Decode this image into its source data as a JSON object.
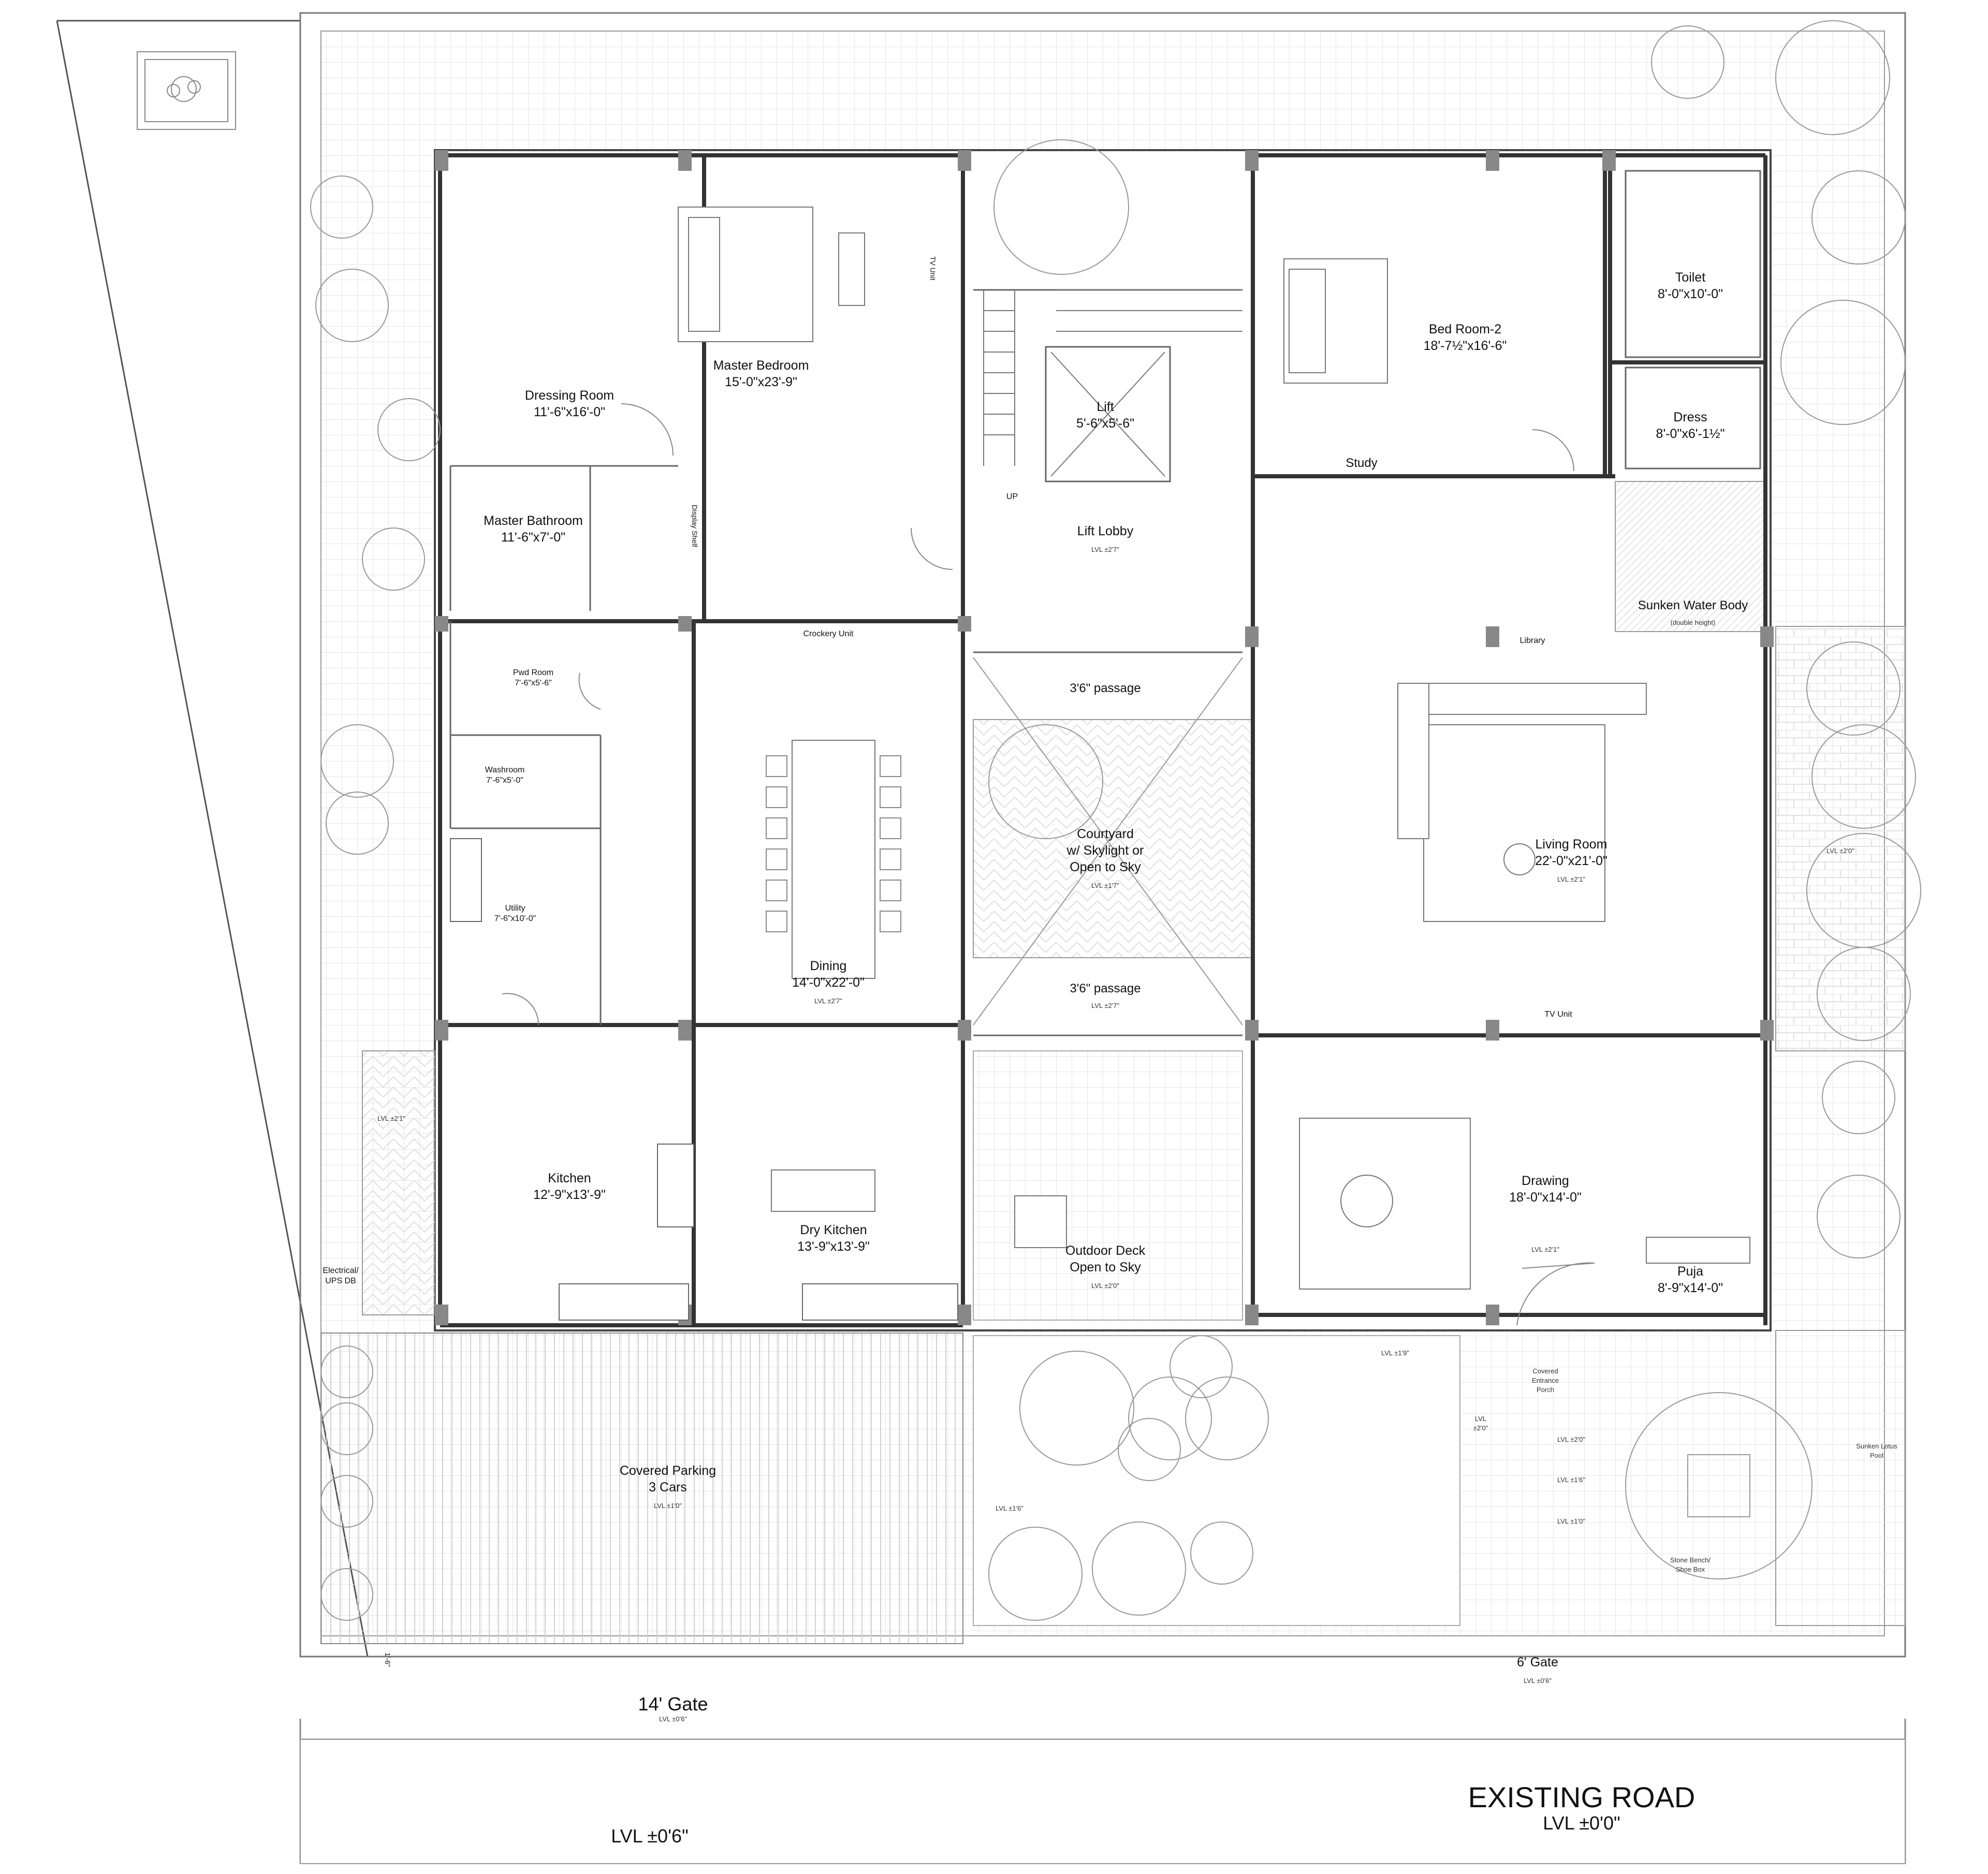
{
  "rooms": {
    "master_bedroom": {
      "name": "Master Bedroom",
      "size": "15'-0\"x23'-9\""
    },
    "dressing_room": {
      "name": "Dressing Room",
      "size": "11'-6\"x16'-0\""
    },
    "master_bathroom": {
      "name": "Master Bathroom",
      "size": "11'-6\"x7'-0\""
    },
    "pwd_room": {
      "name": "Pwd Room",
      "size": "7'-6\"x5'-6\""
    },
    "washroom": {
      "name": "Washroom",
      "size": "7'-6\"x5'-0\""
    },
    "utility": {
      "name": "Utility",
      "size": "7'-6\"x10'-0\""
    },
    "lift": {
      "name": "Lift",
      "size": "5'-6\"x5'-6\""
    },
    "lift_lobby": {
      "name": "Lift Lobby",
      "level": "LVL ±2'7\""
    },
    "bedroom2": {
      "name": "Bed Room-2",
      "size": "18'-7½\"x16'-6\""
    },
    "toilet": {
      "name": "Toilet",
      "size": "8'-0\"x10'-0\""
    },
    "dress": {
      "name": "Dress",
      "size": "8'-0\"x6'-1½\""
    },
    "study": {
      "name": "Study"
    },
    "sunken_water": {
      "name": "Sunken Water Body",
      "note": "(double height)"
    },
    "library": {
      "name": "Library"
    },
    "crockery": {
      "name": "Crockery Unit"
    },
    "passage_top": {
      "name": "3'6\" passage"
    },
    "passage_bottom": {
      "name": "3'6\" passage",
      "level": "LVL ±2'7\""
    },
    "courtyard": {
      "line1": "Courtyard",
      "line2": "w/ Skylight or",
      "line3": "Open to Sky",
      "level": "LVL ±1'7\""
    },
    "dining": {
      "name": "Dining",
      "size": "14'-0\"x22'-0\"",
      "level": "LVL ±2'7\""
    },
    "living": {
      "name": "Living Room",
      "size": "22'-0\"x21'-0\"",
      "level": "LVL ±2'1\""
    },
    "right_garden_level": "LVL ±2'0\"",
    "tv_unit": "TV Unit",
    "tv_unit_vertical": "TV Unit",
    "display_shelf": "Display Shelf",
    "kitchen": {
      "name": "Kitchen",
      "size": "12'-9\"x13'-9\""
    },
    "dry_kitchen": {
      "name": "Dry Kitchen",
      "size": "13'-9\"x13'-9\""
    },
    "outdoor_deck": {
      "line1": "Outdoor Deck",
      "line2": "Open to Sky",
      "level": "LVL ±2'0\""
    },
    "drawing": {
      "name": "Drawing",
      "size": "18'-0\"x14'-0\"",
      "level": "LVL ±2'1\""
    },
    "puja": {
      "name": "Puja",
      "size": "8'-9\"x14'-0\""
    },
    "electrical": {
      "line1": "Electrical/",
      "line2": "UPS DB"
    },
    "left_side_level": "LVL ±2'1\"",
    "covered_parking": {
      "line1": "Covered Parking",
      "line2": "3 Cars",
      "level": "LVL ±1'0\""
    },
    "garden_level_a": "LVL ±1'6\"",
    "garden_level_b": "LVL ±1'9\"",
    "covered_entrance": {
      "line1": "Covered",
      "line2": "Entrance",
      "line3": "Porch"
    },
    "porch_lvl": {
      "line1": "LVL",
      "line2": "±2'0\""
    },
    "steps": [
      "LVL ±2'0\"",
      "LVL ±1'6\"",
      "LVL ±1'0\""
    ],
    "sunken_lotus": {
      "line1": "Sunken Lotus",
      "line2": "Pool"
    },
    "stone_bench": {
      "line1": "Stone Bench/",
      "line2": "Shoe Box"
    },
    "up": "UP",
    "gate_main": {
      "name": "14' Gate",
      "level": "LVL ±0'6\""
    },
    "gate_small": {
      "name": "6' Gate",
      "level": "LVL ±0'6\""
    },
    "gate_left_dim": "1'-6\"",
    "road_left_level": "LVL ±0'6\"",
    "road": {
      "name": "EXISTING ROAD",
      "level": "LVL ±0'0\""
    }
  }
}
